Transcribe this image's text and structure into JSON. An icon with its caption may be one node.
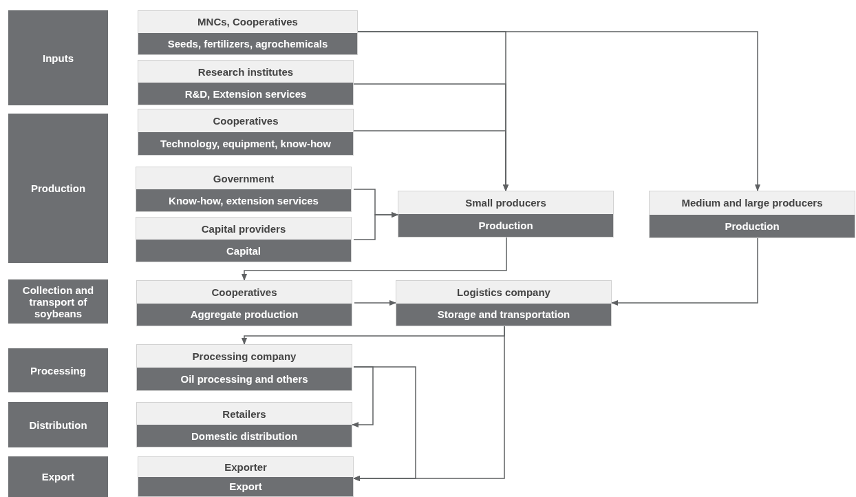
{
  "diagram": {
    "nodes": [
      {
        "text": [
          "Inputs"
        ]
      },
      {
        "text": [
          "MNCs, Cooperatives",
          "Seeds, fertilizers, agrochemicals"
        ]
      },
      {
        "text": [
          "Research institutes",
          "R&D, Extension services"
        ]
      },
      {
        "text": [
          "Production"
        ]
      },
      {
        "text": [
          "Cooperatives",
          "Technology, equipment, know-how"
        ]
      },
      {
        "text": [
          "Government",
          "Know-how, extension services"
        ]
      },
      {
        "text": [
          "Capital providers",
          "Capital"
        ]
      },
      {
        "text": [
          "Small producers",
          "Production"
        ]
      },
      {
        "text": [
          "Medium and large producers",
          "Production"
        ]
      },
      {
        "text": [
          "Collection and transport of soybeans"
        ]
      },
      {
        "text": [
          "Cooperatives",
          "Aggregate production"
        ]
      },
      {
        "text": [
          "Logistics company",
          "Storage and transportation"
        ]
      },
      {
        "text": [
          "Processing"
        ]
      },
      {
        "text": [
          "Processing company",
          "Oil processing and others"
        ]
      },
      {
        "text": [
          "Distribution"
        ]
      },
      {
        "text": [
          "Retailers",
          "Domestic distribution"
        ]
      },
      {
        "text": [
          "Export"
        ]
      },
      {
        "text": [
          "Exporter",
          "Export"
        ]
      }
    ],
    "edges": [
      {
        "from": 1,
        "to": 7,
        "arrow": "to"
      },
      {
        "from": 1,
        "to": 8,
        "arrow": "to"
      },
      {
        "from": 2,
        "to": 7,
        "arrow": "to"
      },
      {
        "from": 4,
        "to": 7,
        "arrow": "to"
      },
      {
        "from": 5,
        "to": 7,
        "arrow": "to"
      },
      {
        "from": 6,
        "to": 7,
        "arrow": "to"
      },
      {
        "from": 7,
        "to": 10,
        "arrow": "to"
      },
      {
        "from": 10,
        "to": 11,
        "arrow": "to"
      },
      {
        "from": 8,
        "to": 11,
        "arrow": "to"
      },
      {
        "from": 11,
        "to": 13,
        "arrow": "to"
      },
      {
        "from": 11,
        "to": 17,
        "arrow": "to"
      },
      {
        "from": 13,
        "to": 15,
        "arrow": "to"
      },
      {
        "from": 13,
        "to": 17,
        "arrow": "to"
      }
    ]
  }
}
